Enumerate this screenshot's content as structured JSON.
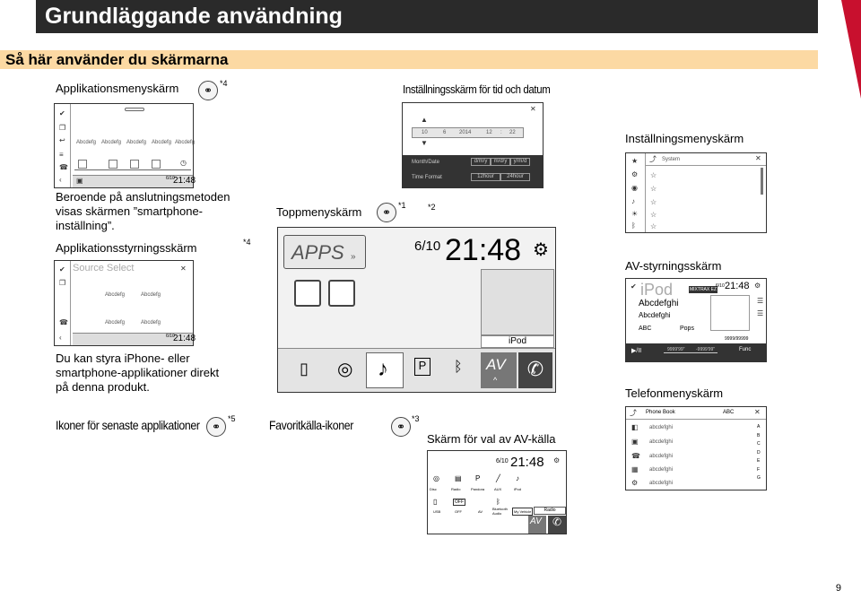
{
  "header": {
    "title": "Grundläggande användning",
    "section": "Så här använder du skärmarna"
  },
  "labels": {
    "app_menu": "Applikationsmenyskärm",
    "app_menu_note": "*4",
    "time_date": "Inställningsskärm för tid och datum",
    "settings_menu": "Inställningsmenyskärm",
    "depends": "Beroende på anslutningsmetoden visas skärmen ”smartphone-inställning”.",
    "top_menu": "Toppmenyskärm",
    "top_note1": "*1",
    "top_note2": "*2",
    "app_control": "Applikationsstyrningsskärm",
    "app_control_note": "*4",
    "av_control": "AV-styrningsskärm",
    "iphone_text": "Du kan styra iPhone- eller smartphone-applikationer direkt på denna produkt.",
    "phone_menu": "Telefonmenyskärm",
    "recent_apps": "Ikoner för senaste applikationer",
    "recent_note": "*5",
    "fav_sources": "Favoritkälla-ikoner",
    "fav_note": "*3",
    "av_select": "Skärm för val av AV-källa",
    "page_number": "9"
  },
  "app_menu_screen": {
    "items": [
      "Abcdefg",
      "Abcdefg",
      "Abcdefg",
      "Abcdefg",
      "Abcdefg"
    ],
    "date": "6/10",
    "time": "21:48"
  },
  "time_screen": {
    "values": [
      "10",
      "6",
      "2014",
      "12",
      ":",
      "22"
    ],
    "month_date_label": "Month/Date",
    "date_formats": [
      "d/m/y",
      "m/d/y",
      "y/m/d"
    ],
    "time_format_label": "Time Format",
    "time_formats": [
      "12hour",
      "24hour"
    ]
  },
  "settings_screen": {
    "title": "System"
  },
  "top_menu_screen": {
    "apps_label": "APPS",
    "date": "6/10",
    "time": "21:48",
    "source_tab": "iPod",
    "av_label": "AV"
  },
  "app_control_screen": {
    "source_select": "Source Select",
    "items": [
      "Abcdefg",
      "Abcdefg",
      "Abcdefg",
      "Abcdefg"
    ],
    "date": "6/10",
    "time": "21:48"
  },
  "av_screen": {
    "source": "iPod",
    "badge": "MIXTRAX EZ",
    "date": "6/10",
    "time": "21:48",
    "track": "Abcdefghi",
    "artist": "Abcdefghi",
    "album": "ABC",
    "genre": "Pops",
    "counter": "9999/99999",
    "elapsed": "9999'99\"",
    "remain": "-9999'99\"",
    "func": "Func"
  },
  "phone_screen": {
    "title": "Phone Book",
    "top_right": "ABC",
    "entries": [
      "abcdefghi",
      "abcdefghi",
      "abcdefghi",
      "abcdefghi",
      "abcdefghi"
    ],
    "index": [
      "A",
      "B",
      "C",
      "D",
      "E",
      "F",
      "G"
    ]
  },
  "av_select_screen": {
    "date": "6/10",
    "time": "21:48",
    "row1": [
      "Disc",
      "Radio",
      "Pandora",
      "AUX",
      "iPod"
    ],
    "row2": [
      "USB",
      "OFF",
      "AV",
      "Bluetooth Audio",
      "My Vehicle"
    ],
    "radio_tab": "Radio",
    "av_label": "AV"
  },
  "icons": [
    "link-icon",
    "gear-icon",
    "bluetooth-icon",
    "phone-icon",
    "disc-icon",
    "music-note-icon",
    "pandora-icon",
    "close-icon"
  ]
}
